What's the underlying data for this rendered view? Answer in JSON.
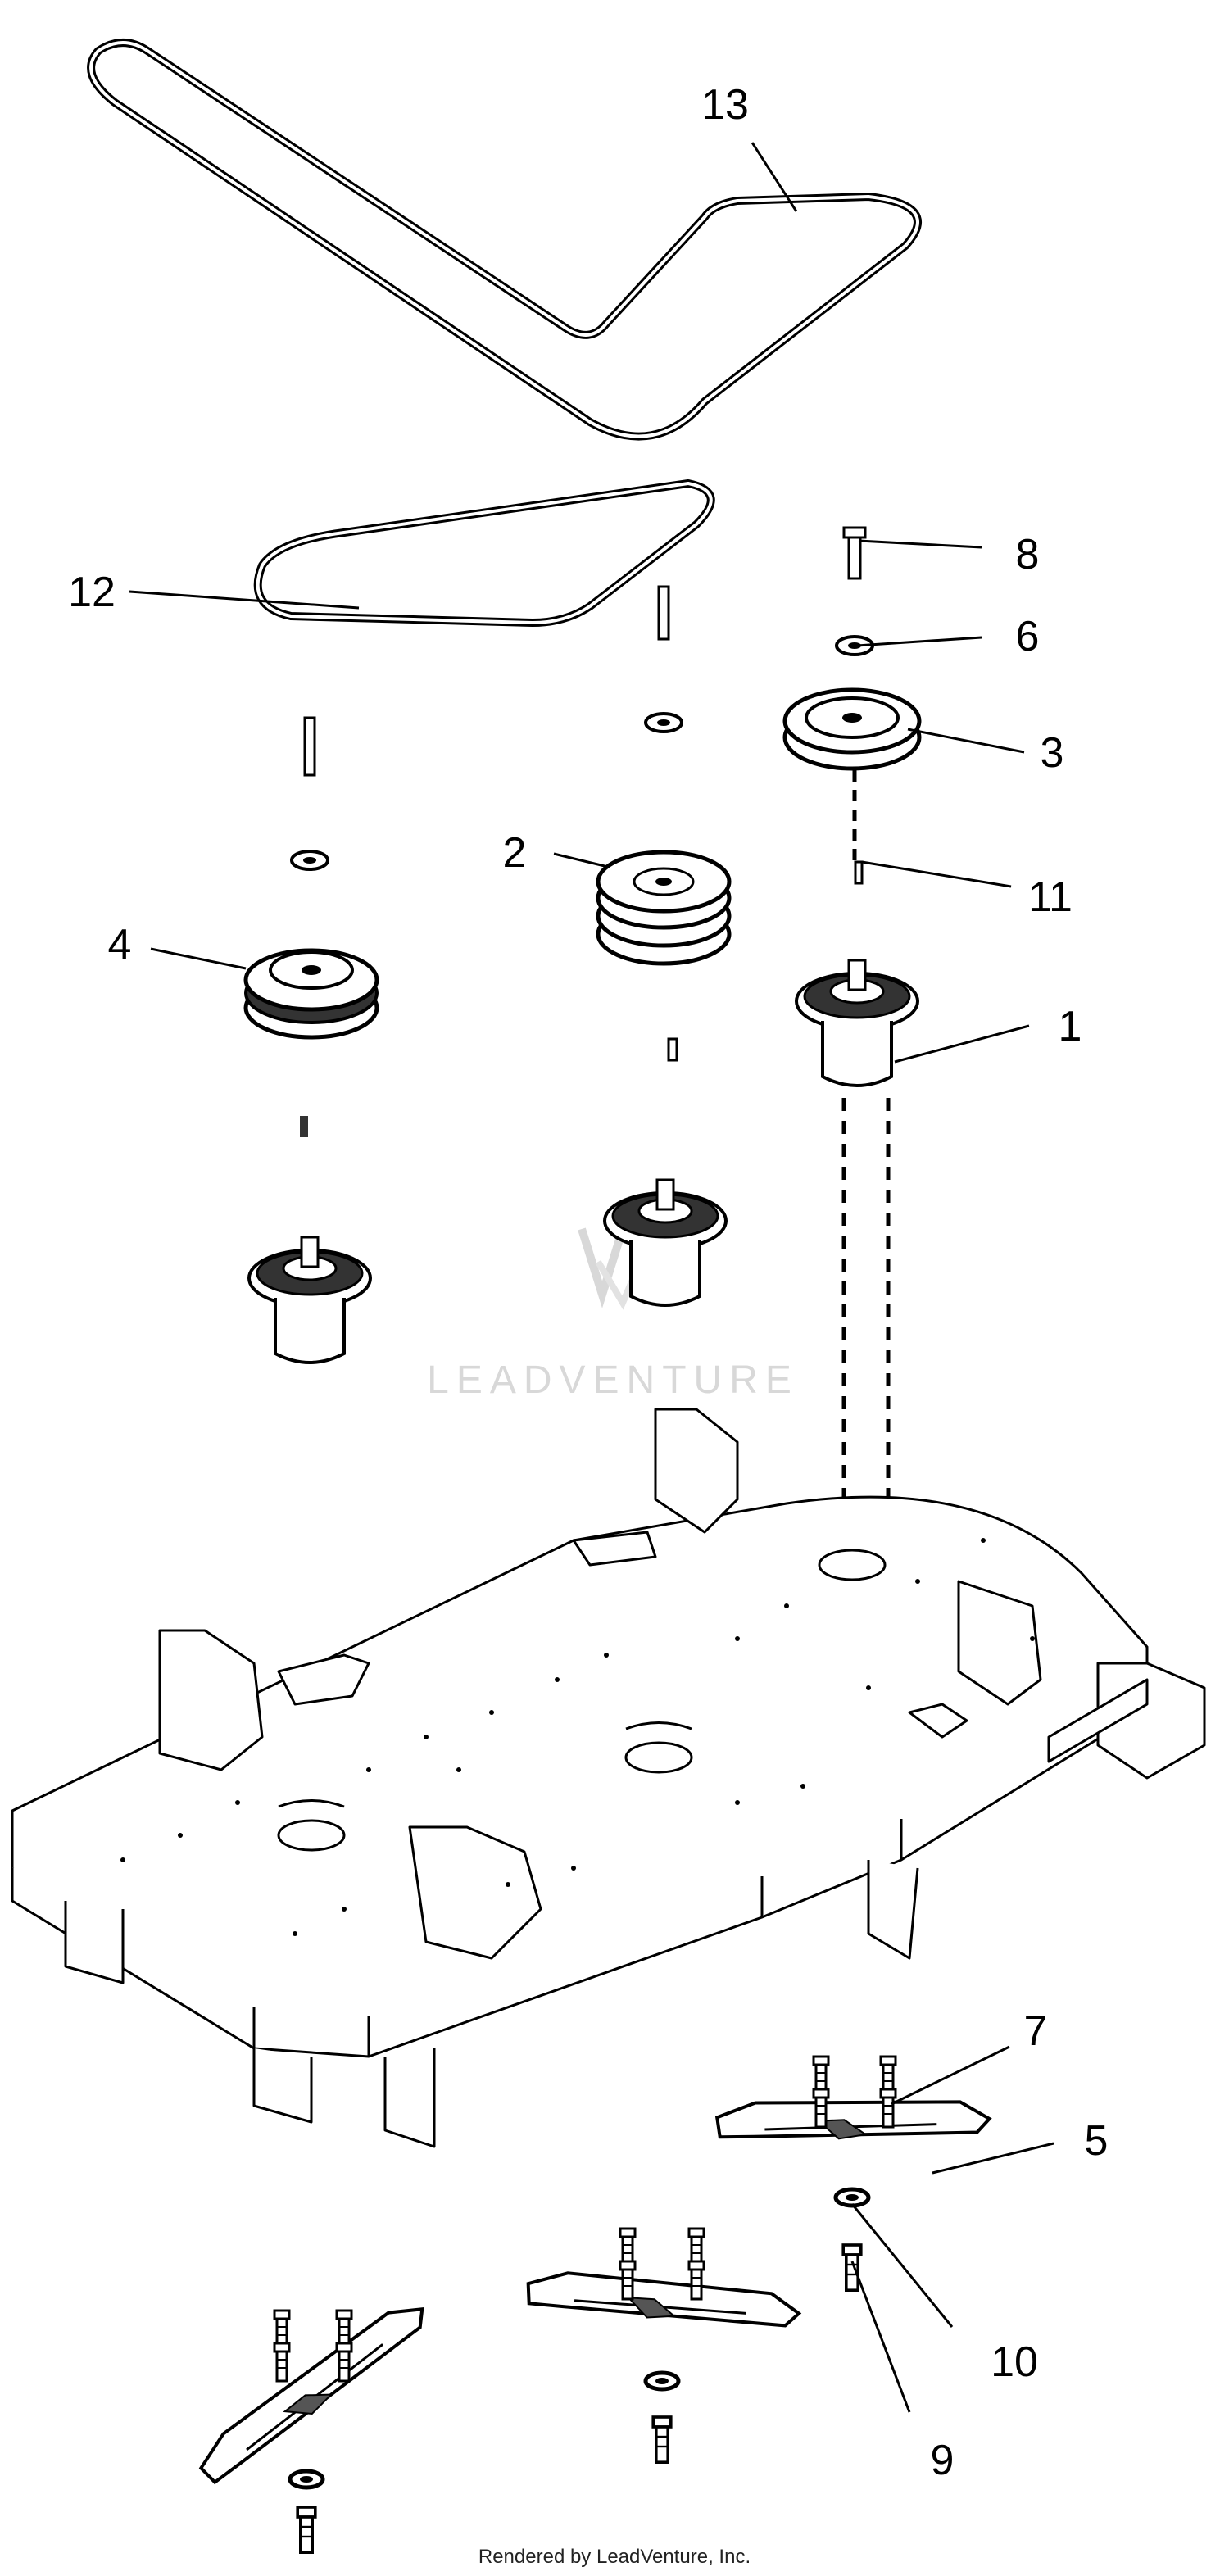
{
  "diagram": {
    "watermark": "LEADVENTURE",
    "footer": "Rendered by LeadVenture, Inc.",
    "callouts": [
      {
        "id": "callout-13",
        "label": "13"
      },
      {
        "id": "callout-12",
        "label": "12"
      },
      {
        "id": "callout-8",
        "label": "8"
      },
      {
        "id": "callout-6",
        "label": "6"
      },
      {
        "id": "callout-3",
        "label": "3"
      },
      {
        "id": "callout-2",
        "label": "2"
      },
      {
        "id": "callout-11",
        "label": "11"
      },
      {
        "id": "callout-4",
        "label": "4"
      },
      {
        "id": "callout-1",
        "label": "1"
      },
      {
        "id": "callout-7",
        "label": "7"
      },
      {
        "id": "callout-5",
        "label": "5"
      },
      {
        "id": "callout-10",
        "label": "10"
      },
      {
        "id": "callout-9",
        "label": "9"
      }
    ]
  }
}
